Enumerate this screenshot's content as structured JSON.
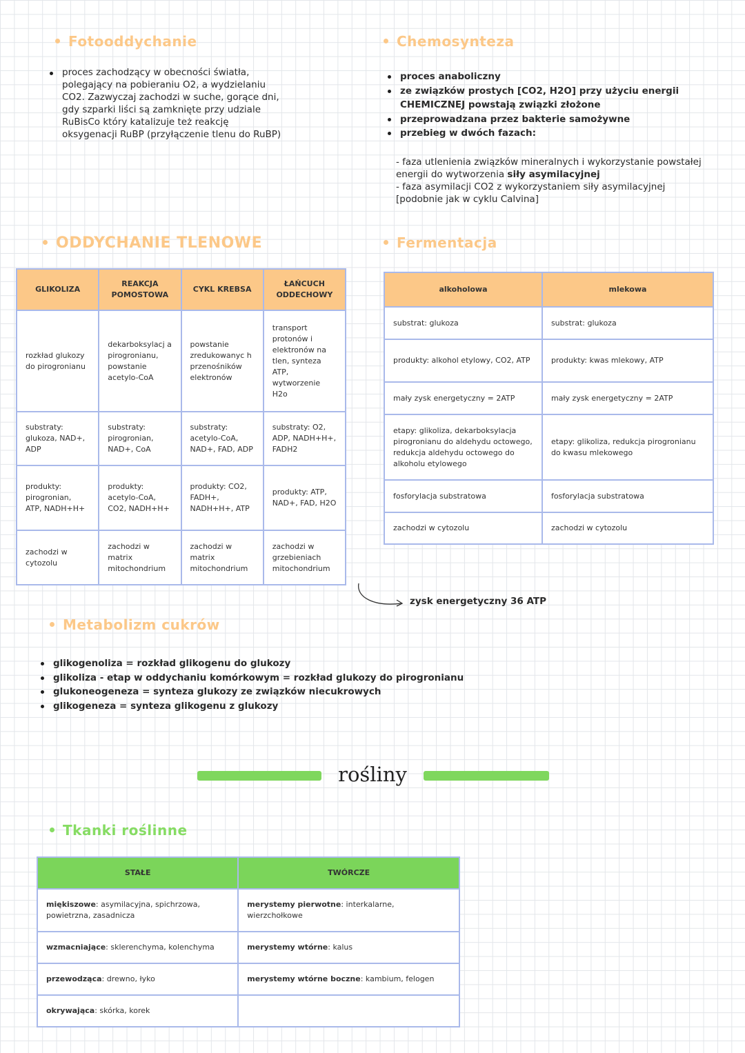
{
  "photorespiration": {
    "title": "Fotooddychanie",
    "text": "proces zachodzący w obecności światła, polegający na pobieraniu O2, a wydzielaniu CO2. Zazwyczaj zachodzi w suche, gorące dni, gdy szparki liści są zamknięte przy udziale RuBisCo który katalizuje też reakcję oksygenacji RuBP (przyłączenie tlenu do RuBP)"
  },
  "chemosynthesis": {
    "title": "Chemosynteza",
    "bullets": [
      "proces anaboliczny",
      "ze związków prostych [CO2, H2O] przy użyciu energii CHEMICZNEJ powstają związki złożone",
      "przeprowadzana przez bakterie samożywne",
      "przebieg w dwóch fazach:"
    ],
    "phase1_a": "- faza utlenienia związków mineralnych i wykorzystanie powstałej energii do wytworzenia ",
    "phase1_bold": "siły asymilacyjnej",
    "phase2": "- faza asymilacji CO2 z wykorzystaniem siły asymilacyjnej [podobnie jak w cyklu Calvina]"
  },
  "aerobic": {
    "title": "ODDYCHANIE TLENOWE",
    "headers": [
      "GLIKOLIZA",
      "REAKCJA POMOSTOWA",
      "CYKL KREBSA",
      "ŁAŃCUCH ODDECHOWY"
    ],
    "rows": [
      [
        "rozkład glukozy do pirogronianu",
        "dekarboksylacj a pirogronianu, powstanie acetylo-CoA",
        "powstanie zredukowanyc h przenośników elektronów",
        "transport protonów i elektronów na tlen, synteza ATP, wytworzenie H2o"
      ],
      [
        "substraty: glukoza, NAD+, ADP",
        "substraty: pirogronian, NAD+, CoA",
        "substraty: acetylo-CoA, NAD+, FAD, ADP",
        "substraty: O2, ADP, NADH+H+, FADH2"
      ],
      [
        "produkty: pirogronian, ATP, NADH+H+",
        "produkty: acetylo-CoA, CO2, NADH+H+",
        "produkty: CO2, FADH+, NADH+H+, ATP",
        "produkty: ATP, NAD+, FAD, H2O"
      ],
      [
        "zachodzi w cytozolu",
        "zachodzi w matrix mitochondrium",
        "zachodzi w matrix mitochondrium",
        "zachodzi w grzebieniach mitochondrium"
      ]
    ],
    "energy_gain": "zysk energetyczny 36 ATP"
  },
  "fermentation": {
    "title": "Fermentacja",
    "headers": [
      "alkoholowa",
      "mlekowa"
    ],
    "rows": [
      [
        "substrat: glukoza",
        "substrat: glukoza"
      ],
      [
        "produkty: alkohol etylowy, CO2, ATP",
        "produkty: kwas mlekowy, ATP"
      ],
      [
        "mały zysk energetyczny = 2ATP",
        "mały zysk energetyczny = 2ATP"
      ],
      [
        "etapy: glikoliza, dekarboksylacja pirogronianu do aldehydu octowego, redukcja aldehydu octowego do alkoholu etylowego",
        "etapy: glikoliza, redukcja pirogronianu do kwasu mlekowego"
      ],
      [
        "fosforylacja substratowa",
        "fosforylacja substratowa"
      ],
      [
        "zachodzi w cytozolu",
        "zachodzi w cytozolu"
      ]
    ]
  },
  "sugar": {
    "title": "Metabolizm cukrów",
    "bullets": [
      "glikogenoliza = rozkład glikogenu do glukozy",
      "glikoliza - etap w oddychaniu komórkowym = rozkład glukozy do pirogronianu",
      "glukoneogeneza = synteza glukozy ze związków niecukrowych",
      "glikogeneza = synteza glikogenu z glukozy"
    ]
  },
  "plants": {
    "banner": "rośliny",
    "tissues_title": "Tkanki roślinne",
    "headers": [
      "STAŁE",
      "TWÓRCZE"
    ],
    "rows": [
      [
        {
          "b": "miękiszowe",
          "t": ": asymilacyjna, spichrzowa, powietrzna, zasadnicza"
        },
        {
          "b": "merystemy pierwotne",
          "t": ": interkalarne, wierzchołkowe"
        }
      ],
      [
        {
          "b": "wzmacniające",
          "t": ": sklerenchyma, kolenchyma"
        },
        {
          "b": "merystemy wtórne",
          "t": ": kalus"
        }
      ],
      [
        {
          "b": "przewodząca",
          "t": ": drewno, łyko"
        },
        {
          "b": "merystemy wtórne boczne",
          "t": ": kambium, felogen"
        }
      ],
      [
        {
          "b": "okrywająca",
          "t": ": skórka, korek"
        },
        {
          "b": "",
          "t": ""
        }
      ]
    ]
  }
}
